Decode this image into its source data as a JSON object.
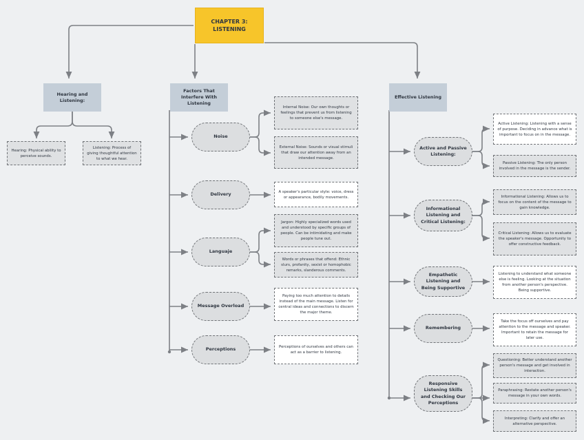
{
  "title": {
    "line1": "CHAPTER 3:",
    "line2": "LISTENING"
  },
  "hearing": {
    "label": "Hearing and Listening:",
    "hearing_def": "Hearing: Physical ability to perceive sounds.",
    "listening_def": "Listening: Process of giving thoughtful attention to what we hear."
  },
  "factors": {
    "label": "Factors That Interfere With Listening",
    "items": [
      {
        "label": "Noise",
        "notes": [
          "Internal Noise: Our own thoughts or feelings that prevent us from listening to someone else's message.",
          "External Noise: Sounds or visual stimuli that draw our attention away from an intended message."
        ]
      },
      {
        "label": "Delivery",
        "notes": [
          "A speaker's particular style: voice, dress or appearance, bodily movements."
        ]
      },
      {
        "label": "Languaje",
        "notes": [
          "Jargon: Highly specialized words used and understood by specific groups of people. Can be intimidating and make people tune out.",
          "Words or phrases that offend: Ethnic slurs, profanity, sexist or homophobic remarks, slanderous comments."
        ]
      },
      {
        "label": "Message Overload",
        "notes": [
          "Paying too much attention to details instead of the main message. Listen for central ideas and connections to discern the major theme."
        ]
      },
      {
        "label": "Perceptions",
        "notes": [
          "Perceptions of ourselves and others can act as a barrier to listening."
        ]
      }
    ]
  },
  "effective": {
    "label": "Effective Listening",
    "items": [
      {
        "label": "Active and Passive Listening:",
        "notes": [
          "Active Listening: Listening with a sense of purpose. Deciding in advance what is important to focus on in the message.",
          "Passive Listening: The only person involved in the message is the sender."
        ]
      },
      {
        "label": "Informational Listening and Critical Listening:",
        "notes": [
          "Informational Listening: Allows us to focus on the content of the message to gain knowledge.",
          "Critical Listening: Allows us to evaluate the speaker's message. Opportunity to offer constructive feedback."
        ]
      },
      {
        "label": "Empathetic Listening and Being Supportive",
        "notes": [
          "Listening to understand what someone else is feeling. Looking at the situation from another person's perspective. Being supportive."
        ]
      },
      {
        "label": "Remembering",
        "notes": [
          "Take the focus off ourselves and pay attention to the message and speaker. Important to retain the message for later use."
        ]
      },
      {
        "label": "Responsive Listening Skills and Checking Our Perceptions",
        "notes": [
          "Questioning: Better understand another person's message and get involved in interaction.",
          "Paraphrasing: Restate another person's message in your own words.",
          "Interpreting: Clarify and offer an alternative perspective."
        ]
      }
    ]
  }
}
